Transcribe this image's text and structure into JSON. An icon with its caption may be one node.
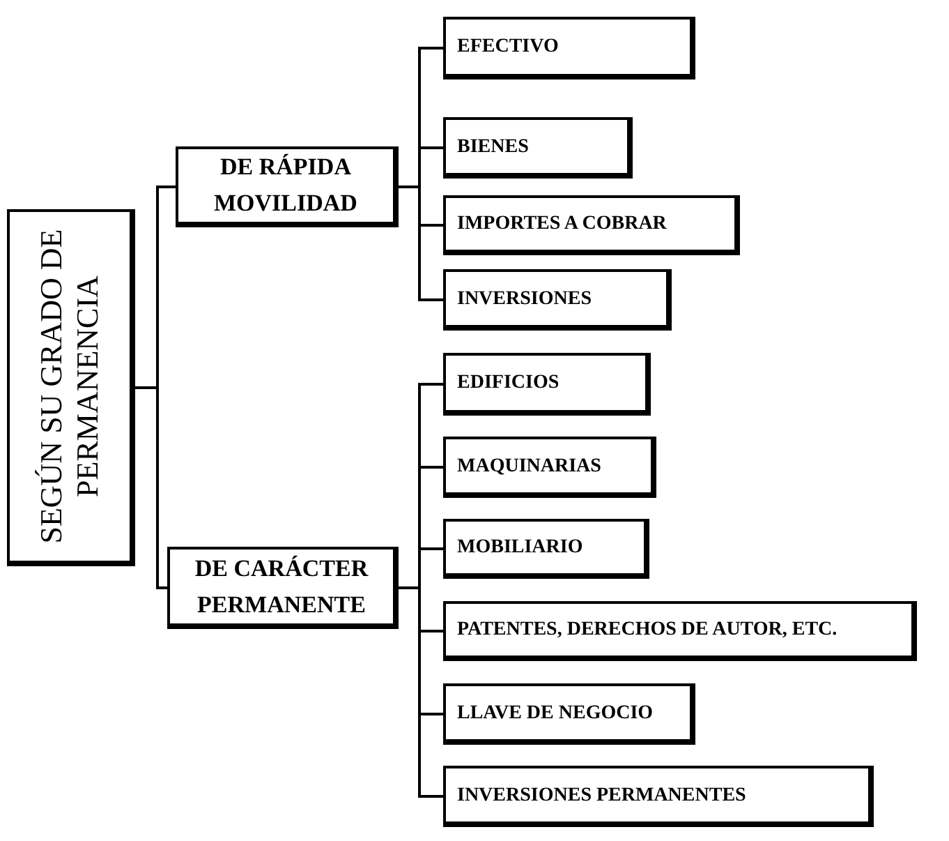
{
  "diagram": {
    "nodes": [
      {
        "text": [
          "SEGÚN SU GRADO DE PERMANENCIA"
        ]
      },
      {
        "text": [
          "DE RÁPIDA MOVILIDAD"
        ]
      },
      {
        "text": [
          "EFECTIVO"
        ]
      },
      {
        "text": [
          "BIENES"
        ]
      },
      {
        "text": [
          "IMPORTES A COBRAR"
        ]
      },
      {
        "text": [
          "INVERSIONES"
        ]
      },
      {
        "text": [
          "DE CARÁCTER PERMANENTE"
        ]
      },
      {
        "text": [
          "EDIFICIOS"
        ]
      },
      {
        "text": [
          "MAQUINARIAS"
        ]
      },
      {
        "text": [
          "MOBILIARIO"
        ]
      },
      {
        "text": [
          "PATENTES, DERECHOS DE AUTOR, ETC."
        ]
      },
      {
        "text": [
          "LLAVE DE NEGOCIO"
        ]
      },
      {
        "text": [
          "INVERSIONES PERMANENTES"
        ]
      }
    ],
    "edges": [
      {
        "from": 0,
        "to": 1,
        "arrow": "none"
      },
      {
        "from": 1,
        "to": 2,
        "arrow": "none"
      },
      {
        "from": 1,
        "to": 3,
        "arrow": "none"
      },
      {
        "from": 1,
        "to": 4,
        "arrow": "none"
      },
      {
        "from": 1,
        "to": 5,
        "arrow": "none"
      },
      {
        "from": 0,
        "to": 6,
        "arrow": "none"
      },
      {
        "from": 6,
        "to": 7,
        "arrow": "none"
      },
      {
        "from": 6,
        "to": 8,
        "arrow": "none"
      },
      {
        "from": 6,
        "to": 9,
        "arrow": "none"
      },
      {
        "from": 6,
        "to": 10,
        "arrow": "none"
      },
      {
        "from": 6,
        "to": 11,
        "arrow": "none"
      },
      {
        "from": 6,
        "to": 12,
        "arrow": "none"
      }
    ]
  }
}
